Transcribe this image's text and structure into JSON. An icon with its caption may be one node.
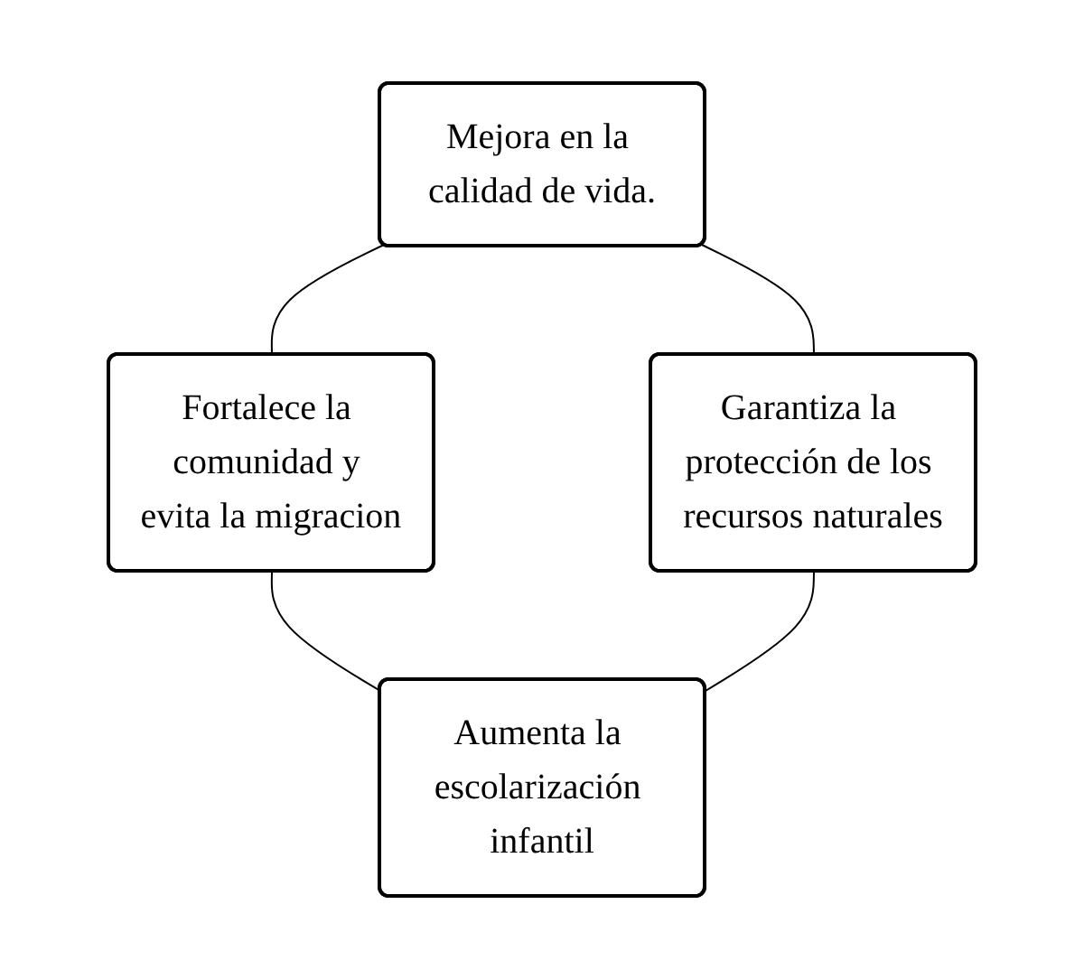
{
  "diagram": {
    "nodes": [
      {
        "text": [
          "Mejora en la calidad de vida."
        ]
      },
      {
        "text": [
          "Garantiza la protección de los recursos naturales"
        ]
      },
      {
        "text": [
          "Fortalece la comunidad y evita la migracion"
        ]
      },
      {
        "text": [
          "Aumenta la escolarización infantil"
        ]
      }
    ],
    "edges": [
      {
        "from": 0,
        "to": 2,
        "arrow": "none"
      },
      {
        "from": 2,
        "to": 3,
        "arrow": "none"
      },
      {
        "from": 1,
        "to": 3,
        "arrow": "none"
      },
      {
        "from": 0,
        "to": 1,
        "arrow": "none"
      }
    ]
  }
}
